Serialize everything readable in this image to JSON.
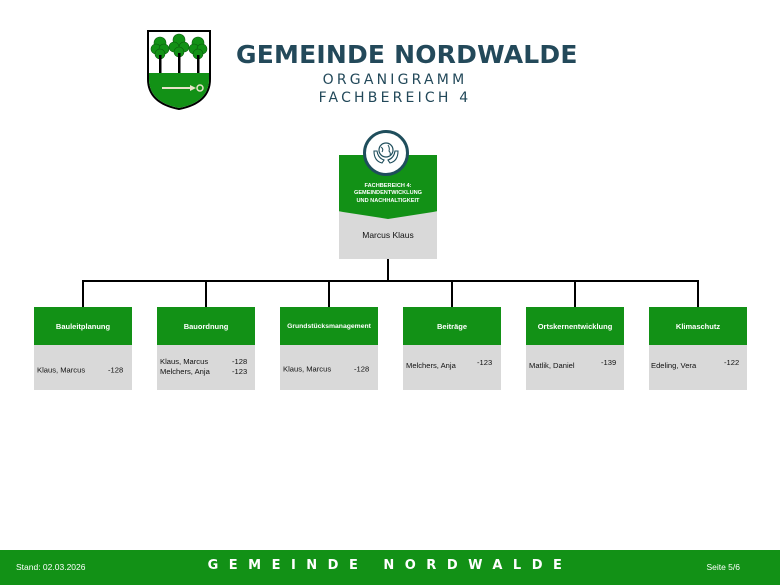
{
  "header": {
    "title": "GEMEINDE NORDWALDE",
    "subtitle_1": "ORGANIGRAMM",
    "subtitle_2": "FACHBEREICH 4",
    "crest_icon": "coat-of-arms-icon"
  },
  "head": {
    "icon": "globe-in-hands-icon",
    "label_line1": "FACHBEREICH 4:",
    "label_line2": "GEMEINDENTWICKLUNG",
    "label_line3": "UND NACHHALTIGKEIT",
    "name": "Marcus Klaus"
  },
  "departments": [
    {
      "title": "Bauleitplanung",
      "staff": [
        {
          "name": "Klaus, Marcus",
          "ext": "-128"
        }
      ]
    },
    {
      "title": "Bauordnung",
      "staff": [
        {
          "name": "Klaus, Marcus",
          "ext": "-128"
        },
        {
          "name": "Melchers, Anja",
          "ext": "-123"
        }
      ]
    },
    {
      "title": "Grundstücksmanagement",
      "staff": [
        {
          "name": "Klaus, Marcus",
          "ext": "-128"
        }
      ]
    },
    {
      "title": "Beiträge",
      "staff": [
        {
          "name": "Melchers, Anja",
          "ext": "-123"
        }
      ]
    },
    {
      "title": "Ortskernentwicklung",
      "staff": [
        {
          "name": "Matlik, Daniel",
          "ext": "-139"
        }
      ]
    },
    {
      "title": "Klimaschutz",
      "staff": [
        {
          "name": "Edeling, Vera",
          "ext": "-122"
        }
      ]
    }
  ],
  "footer": {
    "date": "Stand: 02.03.2026",
    "name": "GEMEINDE NORDWALDE",
    "page": "Seite 5/6"
  },
  "colors": {
    "green": "#129116",
    "navy": "#23495a",
    "grey": "#d9d9d9"
  }
}
